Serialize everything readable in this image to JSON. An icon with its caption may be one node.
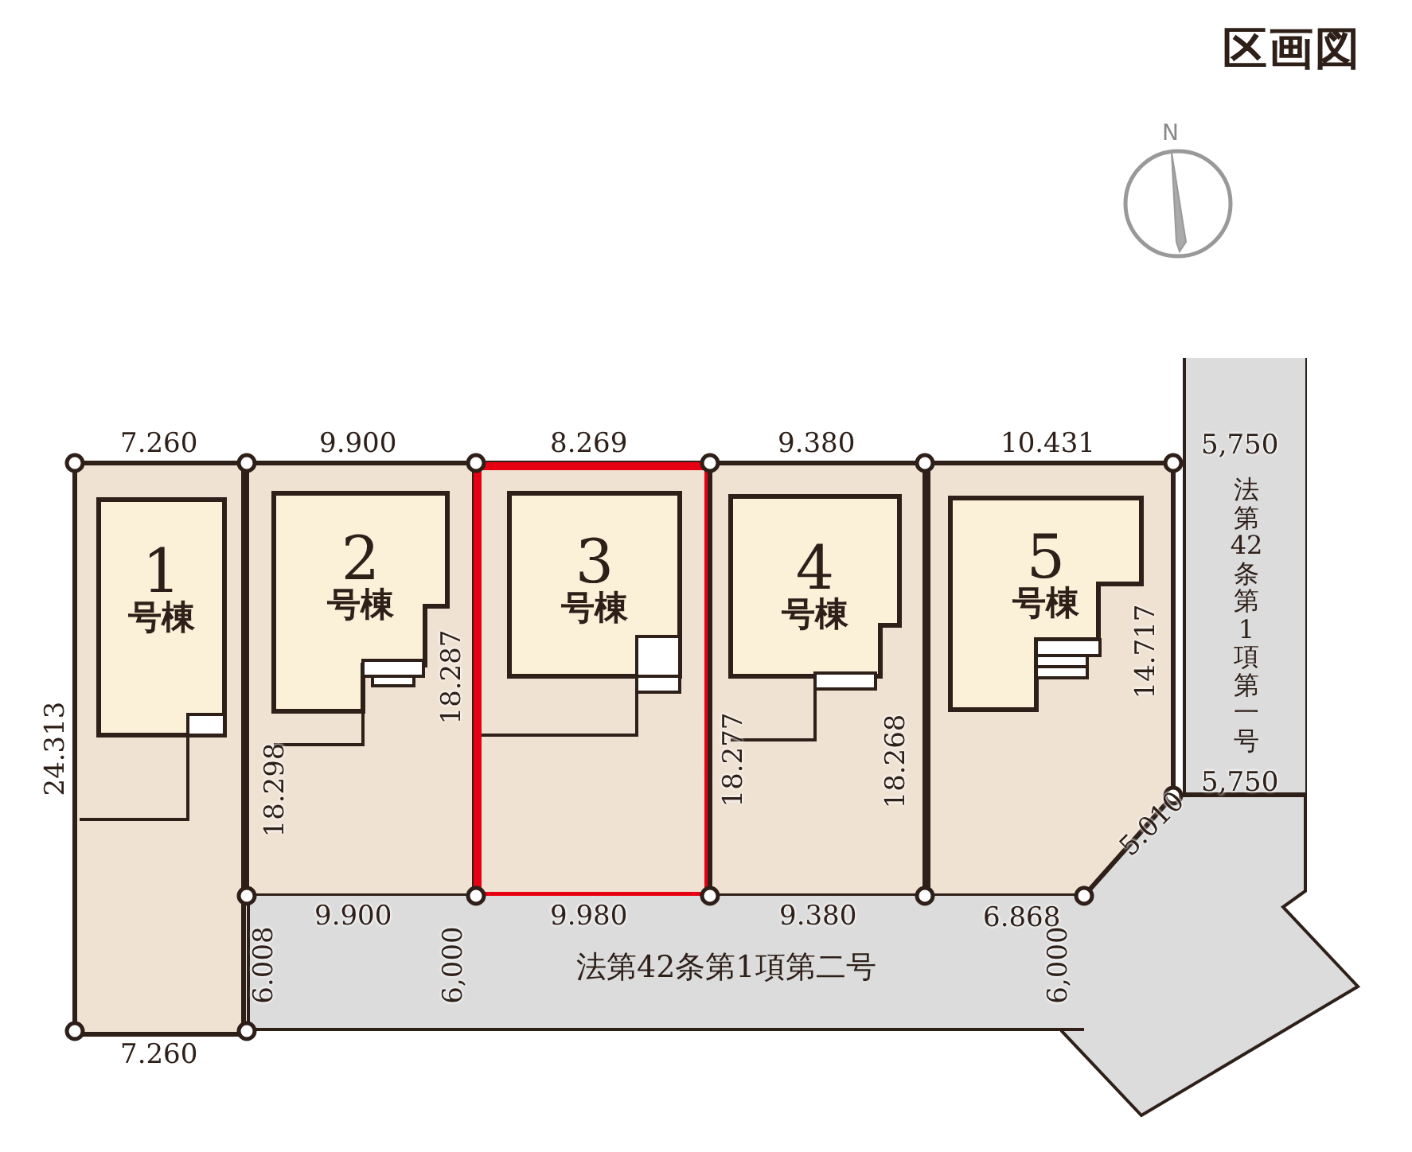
{
  "diagram": {
    "title": "区画図",
    "nodes": [
      {
        "text": [],
        "shape": "box"
      },
      {
        "text": [
          "1",
          "号棟"
        ],
        "in": 0
      },
      {
        "text": [],
        "shape": "box"
      },
      {
        "text": [
          "2",
          "号棟"
        ],
        "in": 2
      },
      {
        "text": [],
        "shape": "box"
      },
      {
        "text": [
          "3",
          "号棟"
        ],
        "in": 4
      },
      {
        "text": [],
        "shape": "box"
      },
      {
        "text": [
          "4",
          "号棟"
        ],
        "in": 6
      },
      {
        "text": [],
        "shape": "box"
      },
      {
        "text": [
          "5",
          "号棟"
        ],
        "in": 8
      },
      {
        "text": [
          "法第42条第1項第二号"
        ]
      },
      {
        "text": [
          "法第42条第1項第一号"
        ]
      }
    ],
    "labels": [
      "N",
      "7.260",
      "9.900",
      "8.269",
      "9.380",
      "10.431",
      "5,750",
      "24.313",
      "18.287",
      "18.298",
      "18.277",
      "18.268",
      "14.717",
      "5,750",
      "5.010",
      "9.900",
      "9.980",
      "9.380",
      "6.868",
      "6.008",
      "6,000",
      "6,000",
      "7.260"
    ]
  }
}
